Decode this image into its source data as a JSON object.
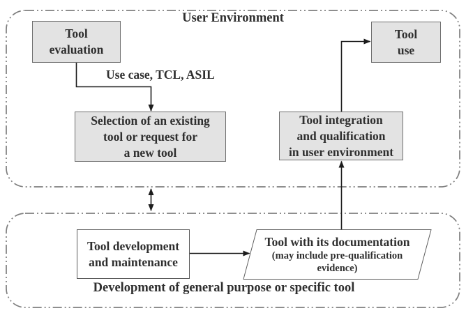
{
  "diagram": {
    "regions": {
      "user_environment": {
        "label": "User Environment"
      },
      "tool_development": {
        "label": "Development of general purpose or specific tool"
      }
    },
    "nodes": {
      "tool_evaluation": {
        "label": "Tool\nevaluation",
        "fill": "gray"
      },
      "tool_use": {
        "label": "Tool\nuse",
        "fill": "gray"
      },
      "tool_selection": {
        "label": "Selection of an existing\ntool or request for\na new tool",
        "fill": "gray"
      },
      "tool_integration": {
        "label": "Tool integration\nand qualification\nin user environment",
        "fill": "gray"
      },
      "tool_development": {
        "label": "Tool development\nand maintenance",
        "fill": "white"
      },
      "tool_documentation": {
        "label": "Tool with its documentation",
        "note": "(may include pre-qualification\nevidence)",
        "fill": "white",
        "shape": "parallelogram"
      }
    },
    "edges": [
      {
        "from": "tool_evaluation",
        "to": "tool_selection",
        "label": "Use case, TCL, ASIL"
      },
      {
        "from": "tool_integration",
        "to": "tool_use"
      },
      {
        "from": "tool_documentation",
        "to": "tool_integration"
      },
      {
        "from": "tool_development",
        "to": "tool_documentation"
      },
      {
        "from": "user_environment_region",
        "to": "tool_development_region",
        "bidirectional": true
      }
    ]
  },
  "colors": {
    "background": "#ffffff",
    "node_fill_gray": "#e3e3e3",
    "node_border_gray": "#6e6e6e",
    "node_fill_white": "#ffffff",
    "node_border_white": "#5a5a5a",
    "region_border": "#7e7e7e",
    "connector": "#1c1c1c",
    "text": "#2f2f2f"
  }
}
